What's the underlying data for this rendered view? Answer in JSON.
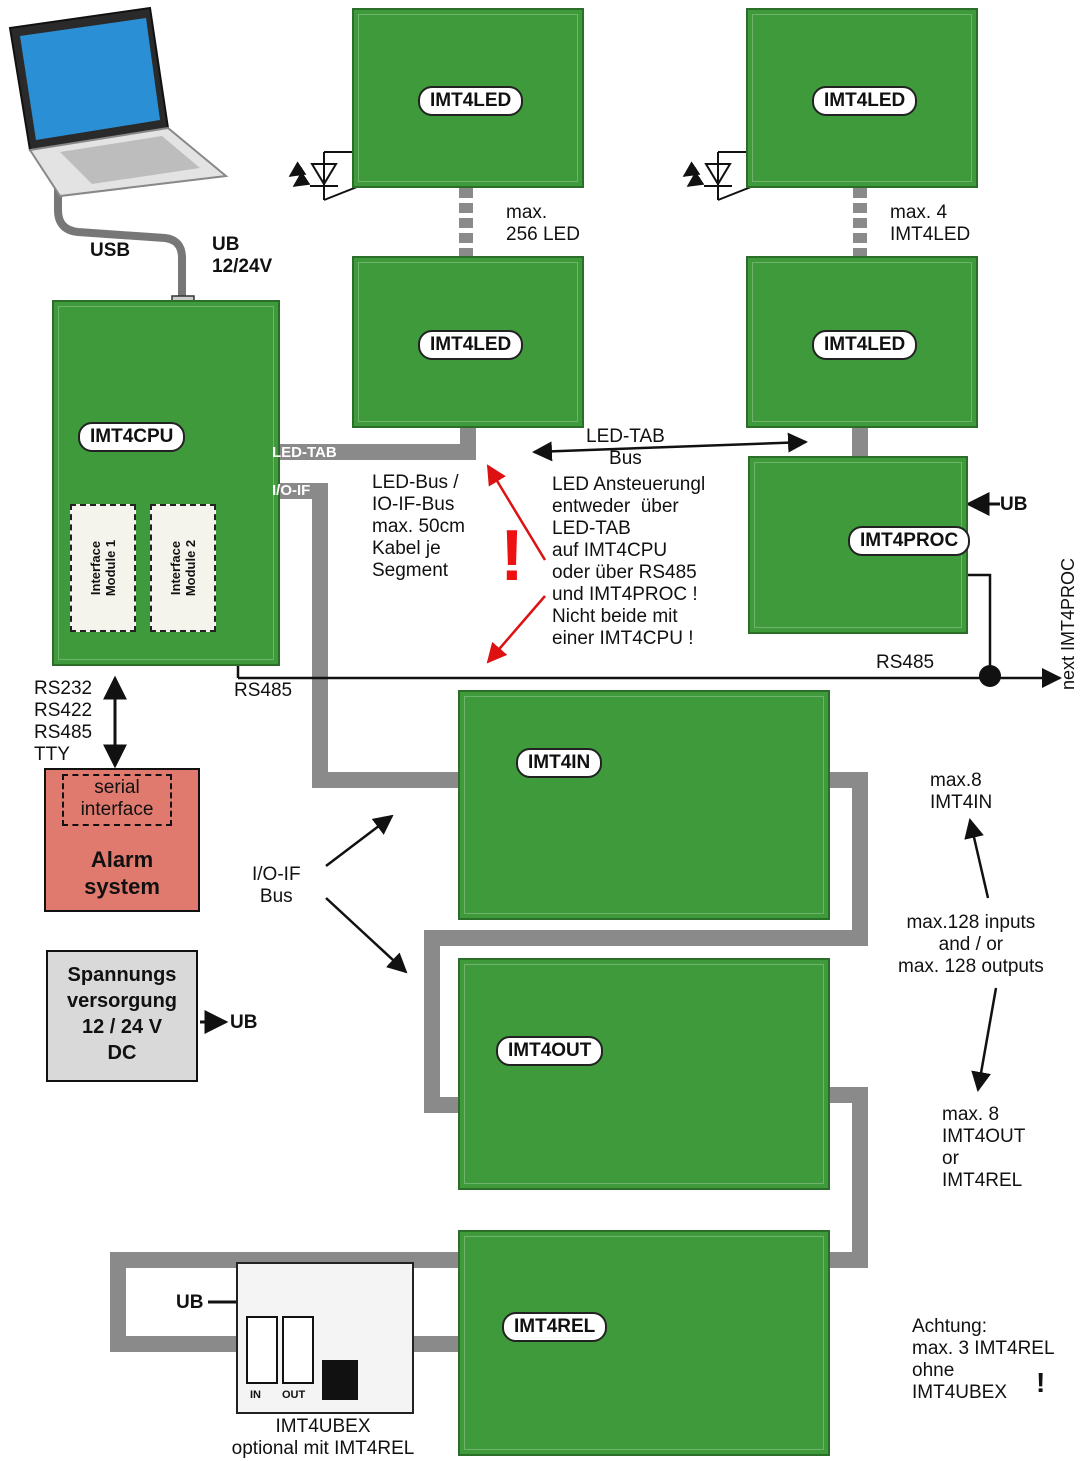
{
  "laptop": {
    "cable_label": "USB"
  },
  "cpu": {
    "name": "IMT4CPU",
    "power_label": "UB\n12/24V",
    "led_tab_label": "LED-TAB",
    "io_if_label": "I/O-IF",
    "interface_module_1": "Interface\nModule 1",
    "interface_module_2": "Interface\nModule 2",
    "serial_label": "RS232\nRS422\nRS485\nTTY",
    "rs485_label": "RS485"
  },
  "led_boards": [
    "IMT4LED",
    "IMT4LED",
    "IMT4LED",
    "IMT4LED"
  ],
  "led_notes": {
    "max_leds": "max.\n256 LED",
    "max_boards": "max. 4\nIMT4LED",
    "led_bus": "LED-Bus /\nIO-IF-Bus\nmax. 50cm\nKabel je\nSegment",
    "led_tab_bus": "LED-TAB\nBus",
    "warning": "LED Ansteuerungl\nentweder  über\nLED-TAB\nauf IMT4CPU\noder über RS485\nund IMT4PROC !\nNicht beide mit\neiner IMT4CPU !",
    "warning_mark": "!"
  },
  "proc": {
    "name": "IMT4PROC",
    "power_label": "UB",
    "rs485_label": "RS485",
    "next_label": "next IMT4PROC"
  },
  "alarm": {
    "interface_label": "serial\ninterface",
    "title": "Alarm\nsystem"
  },
  "power_supply": {
    "title": "Spannungs\nversorgung\n12 / 24 V\nDC",
    "output_label": "UB"
  },
  "io_bus_label": "I/O-IF\nBus",
  "io_boards": {
    "input": "IMT4IN",
    "output": "IMT4OUT",
    "relay": "IMT4REL"
  },
  "io_notes": {
    "max_in": "max.8\nIMT4IN",
    "capacity": "max.128 inputs\nand / or\nmax. 128 outputs",
    "max_out": "max. 8\nIMT4OUT\nor\nIMT4REL",
    "relay_warning": "Achtung:\nmax. 3 IMT4REL\nohne\nIMT4UBEX",
    "relay_warning_mark": "!"
  },
  "ubex": {
    "power_label": "UB",
    "in_label": "IN",
    "out_label": "OUT",
    "caption": "IMT4UBEX\noptional mit IMT4REL"
  },
  "colors": {
    "pcb_green": "#3f9a3c",
    "bus_gray": "#8a8a8a",
    "alarm_red": "#e07a6e",
    "supply_gray": "#d9d9d9",
    "warning_red": "#e11111"
  }
}
